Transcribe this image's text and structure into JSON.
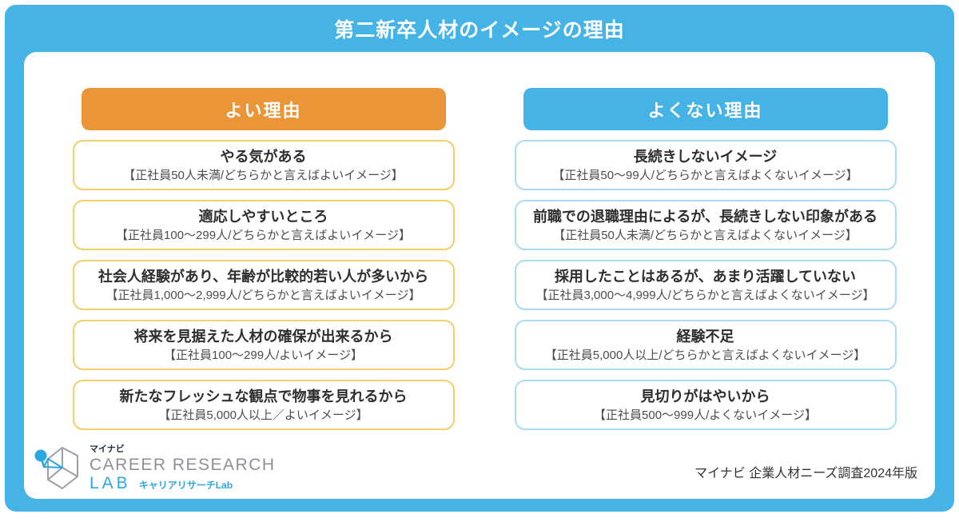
{
  "title": "第二新卒人材のイメージの理由",
  "columns": [
    {
      "header": "よい理由",
      "cards": [
        {
          "title": "やる気がある",
          "subtitle": "【正社員50人未満/どちらかと言えばよいイメージ】"
        },
        {
          "title": "適応しやすいところ",
          "subtitle": "【正社員100〜299人/どちらかと言えばよいイメージ】"
        },
        {
          "title": "社会人経験があり、年齢が比較的若い人が多いから",
          "subtitle": "【正社員1,000〜2,999人/どちらかと言えばよいイメージ】"
        },
        {
          "title": "将来を見据えた人材の確保が出来るから",
          "subtitle": "【正社員100〜299人/よいイメージ】"
        },
        {
          "title": "新たなフレッシュな観点で物事を見れるから",
          "subtitle": "【正社員5,000人以上／よいイメージ】"
        }
      ]
    },
    {
      "header": "よくない理由",
      "cards": [
        {
          "title": "長続きしないイメージ",
          "subtitle": "【正社員50〜99人/どちらかと言えばよくないイメージ】"
        },
        {
          "title": "前職での退職理由によるが、長続きしない印象がある",
          "subtitle": "【正社員50人未満/どちらかと言えばよくないイメージ】"
        },
        {
          "title": "採用したことはあるが、あまり活躍していない",
          "subtitle": "【正社員3,000〜4,999人/どちらかと言えばよくないイメージ】"
        },
        {
          "title": "経験不足",
          "subtitle": "【正社員5,000人以上/どちらかと言えばよくないイメージ】"
        },
        {
          "title": "見切りがはやいから",
          "subtitle": "【正社員500〜999人/よくないイメージ】"
        }
      ]
    }
  ],
  "footer": {
    "logo": {
      "brand_small": "マイナビ",
      "line1": "CAREER RESEARCH",
      "lab": "LAB",
      "lab_sub": "キャリアリサーチLab"
    },
    "credit": "マイナビ 企業人材ニーズ調査2024年版"
  },
  "colors": {
    "frame_blue": "#45B3E5",
    "good_accent": "#EB9539",
    "bad_accent": "#45B3E5",
    "good_card_border": "#F1CF6B",
    "bad_card_border": "#A9DCF2",
    "card_title_text": "#2E2E2E",
    "card_subtitle_text": "#4D4D4D",
    "logo_blue": "#2BA6DE",
    "logo_gray": "#8D9197",
    "logo_navy": "#1E2C44"
  }
}
